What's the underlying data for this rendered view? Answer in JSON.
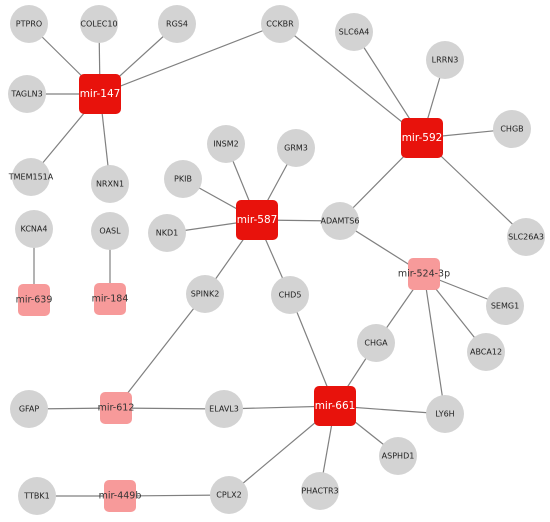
{
  "colors": {
    "edge": "#808080",
    "gene_node": "#d3d3d3",
    "mirna_high": "#e8120c",
    "mirna_low": "#f79a9a",
    "label_on_high": "#ffffff",
    "label_on_low": "#333333",
    "gene_label": "#222222"
  },
  "mirnas": [
    {
      "id": "mir-147",
      "label": "mir-147",
      "level": "high"
    },
    {
      "id": "mir-592",
      "label": "mir-592",
      "level": "high"
    },
    {
      "id": "mir-587",
      "label": "mir-587",
      "level": "high"
    },
    {
      "id": "mir-661",
      "label": "mir-661",
      "level": "high"
    },
    {
      "id": "mir-524-3p",
      "label": "mir-524-3p",
      "level": "low"
    },
    {
      "id": "mir-639",
      "label": "mir-639",
      "level": "low"
    },
    {
      "id": "mir-184",
      "label": "mir-184",
      "level": "low"
    },
    {
      "id": "mir-612",
      "label": "mir-612",
      "level": "low"
    },
    {
      "id": "mir-449b",
      "label": "mir-449b",
      "level": "low"
    }
  ],
  "genes": [
    {
      "id": "PTPRO",
      "label": "PTPRO"
    },
    {
      "id": "COLEC10",
      "label": "COLEC10"
    },
    {
      "id": "RGS4",
      "label": "RGS4"
    },
    {
      "id": "CCKBR",
      "label": "CCKBR"
    },
    {
      "id": "SLC6A4",
      "label": "SLC6A4"
    },
    {
      "id": "LRRN3",
      "label": "LRRN3"
    },
    {
      "id": "TAGLN3",
      "label": "TAGLN3"
    },
    {
      "id": "CHGB",
      "label": "CHGB"
    },
    {
      "id": "INSM2",
      "label": "INSM2"
    },
    {
      "id": "GRM3",
      "label": "GRM3"
    },
    {
      "id": "PKIB",
      "label": "PKIB"
    },
    {
      "id": "TMEM151A",
      "label": "TMEM151A"
    },
    {
      "id": "NRXN1",
      "label": "NRXN1"
    },
    {
      "id": "ADAMTS6",
      "label": "ADAMTS6"
    },
    {
      "id": "SLC26A3",
      "label": "SLC26A3"
    },
    {
      "id": "KCNA4",
      "label": "KCNA4"
    },
    {
      "id": "OASL",
      "label": "OASL"
    },
    {
      "id": "NKD1",
      "label": "NKD1"
    },
    {
      "id": "SPINK2",
      "label": "SPINK2"
    },
    {
      "id": "CHD5",
      "label": "CHD5"
    },
    {
      "id": "SEMG1",
      "label": "SEMG1"
    },
    {
      "id": "CHGA",
      "label": "CHGA"
    },
    {
      "id": "ABCA12",
      "label": "ABCA12"
    },
    {
      "id": "GFAP",
      "label": "GFAP"
    },
    {
      "id": "ELAVL3",
      "label": "ELAVL3"
    },
    {
      "id": "LY6H",
      "label": "LY6H"
    },
    {
      "id": "ASPHD1",
      "label": "ASPHD1"
    },
    {
      "id": "TTBK1",
      "label": "TTBK1"
    },
    {
      "id": "CPLX2",
      "label": "CPLX2"
    },
    {
      "id": "PHACTR3",
      "label": "PHACTR3"
    }
  ],
  "edges": [
    [
      "mir-147",
      "PTPRO"
    ],
    [
      "mir-147",
      "COLEC10"
    ],
    [
      "mir-147",
      "RGS4"
    ],
    [
      "mir-147",
      "CCKBR"
    ],
    [
      "mir-147",
      "TAGLN3"
    ],
    [
      "mir-147",
      "TMEM151A"
    ],
    [
      "mir-147",
      "NRXN1"
    ],
    [
      "mir-592",
      "CCKBR"
    ],
    [
      "mir-592",
      "SLC6A4"
    ],
    [
      "mir-592",
      "LRRN3"
    ],
    [
      "mir-592",
      "CHGB"
    ],
    [
      "mir-592",
      "SLC26A3"
    ],
    [
      "mir-592",
      "ADAMTS6"
    ],
    [
      "mir-587",
      "INSM2"
    ],
    [
      "mir-587",
      "GRM3"
    ],
    [
      "mir-587",
      "PKIB"
    ],
    [
      "mir-587",
      "NKD1"
    ],
    [
      "mir-587",
      "ADAMTS6"
    ],
    [
      "mir-587",
      "SPINK2"
    ],
    [
      "mir-587",
      "CHD5"
    ],
    [
      "mir-524-3p",
      "ADAMTS6"
    ],
    [
      "mir-524-3p",
      "SEMG1"
    ],
    [
      "mir-524-3p",
      "ABCA12"
    ],
    [
      "mir-524-3p",
      "LY6H"
    ],
    [
      "mir-524-3p",
      "CHGA"
    ],
    [
      "mir-661",
      "CHGA"
    ],
    [
      "mir-661",
      "CHD5"
    ],
    [
      "mir-661",
      "LY6H"
    ],
    [
      "mir-661",
      "ASPHD1"
    ],
    [
      "mir-661",
      "PHACTR3"
    ],
    [
      "mir-661",
      "CPLX2"
    ],
    [
      "mir-661",
      "ELAVL3"
    ],
    [
      "mir-639",
      "KCNA4"
    ],
    [
      "mir-184",
      "OASL"
    ],
    [
      "mir-612",
      "SPINK2"
    ],
    [
      "mir-612",
      "GFAP"
    ],
    [
      "mir-612",
      "ELAVL3"
    ],
    [
      "mir-449b",
      "TTBK1"
    ],
    [
      "mir-449b",
      "CPLX2"
    ]
  ]
}
